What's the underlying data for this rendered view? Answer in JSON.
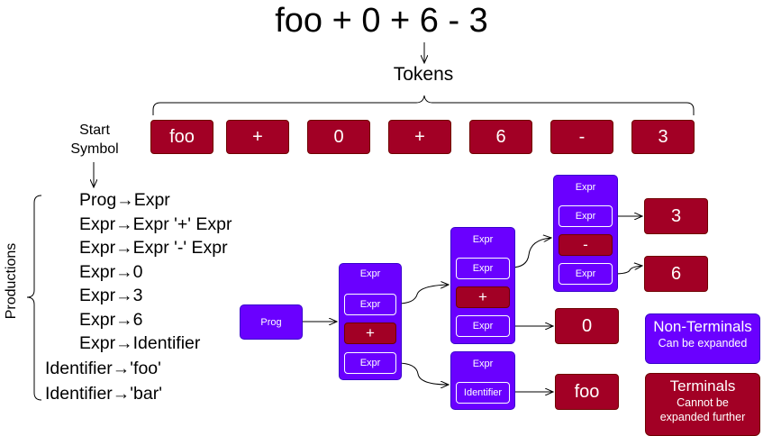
{
  "title": "foo + 0 + 6 - 3",
  "tokens_label": "Tokens",
  "start_symbol": {
    "line1": "Start",
    "line2": "Symbol"
  },
  "productions_label": "Productions",
  "tokens": [
    "foo",
    "+",
    "0",
    "+",
    "6",
    "-",
    "3"
  ],
  "productions": [
    {
      "lhs": "Prog",
      "rhs": "Expr"
    },
    {
      "lhs": "Expr",
      "rhs": "Expr '+' Expr"
    },
    {
      "lhs": "Expr",
      "rhs": "Expr '-' Expr"
    },
    {
      "lhs": "Expr",
      "rhs": "0"
    },
    {
      "lhs": "Expr",
      "rhs": "3"
    },
    {
      "lhs": "Expr",
      "rhs": "6"
    },
    {
      "lhs": "Expr",
      "rhs": "Identifier"
    },
    {
      "lhs": "Identifier",
      "rhs": "'foo'"
    },
    {
      "lhs": "Identifier",
      "rhs": "'bar'"
    }
  ],
  "arrow": "→",
  "tree": {
    "prog": "Prog",
    "n1": {
      "title": "Expr",
      "left": "Expr",
      "op": "+",
      "right": "Expr"
    },
    "n2": {
      "title": "Expr",
      "left": "Expr",
      "op": "+",
      "right": "Expr"
    },
    "n3": {
      "title": "Expr",
      "child": "Identifier"
    },
    "n4": {
      "title": "Expr",
      "left": "Expr",
      "op": "-",
      "right": "Expr"
    },
    "leaves": {
      "three": "3",
      "six": "6",
      "zero": "0",
      "foo": "foo"
    }
  },
  "legend": {
    "nonterminal_title": "Non-Terminals",
    "nonterminal_desc": "Can be expanded",
    "terminal_title": "Terminals",
    "terminal_desc1": "Cannot be",
    "terminal_desc2": "expanded further"
  },
  "colors": {
    "nonterminal": "#6a00ff",
    "terminal": "#a20025"
  }
}
